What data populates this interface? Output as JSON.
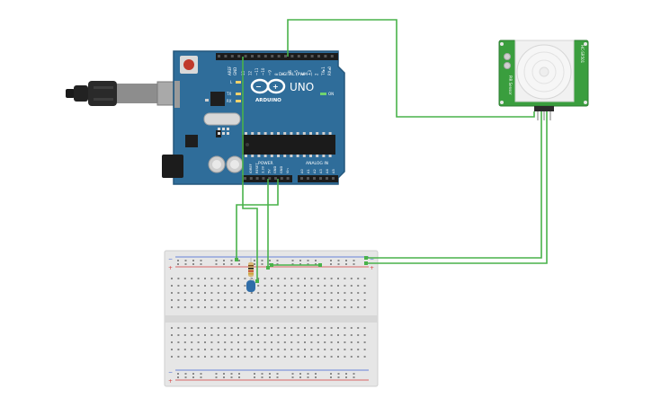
{
  "arduino": {
    "brand": "ARDUINO",
    "model": "UNO",
    "digital_header": "DIGITAL (PWM~)",
    "power_header": "POWER",
    "analog_header": "ANALOG IN",
    "aref": "AREF",
    "gnd": "GND",
    "led_l": "L",
    "tx": "TX",
    "rx": "RX",
    "on": "ON",
    "digital_pins": [
      "13",
      "12",
      "~11",
      "~10",
      "~9",
      "8",
      "7",
      "~6",
      "~5",
      "4",
      "~3",
      "2",
      "TX▸1",
      "RX◂0"
    ],
    "power_pins": [
      "IOREF",
      "RESET",
      "3.3V",
      "5V",
      "GND",
      "GND",
      "Vin"
    ],
    "analog_pins": [
      "A0",
      "A1",
      "A2",
      "A3",
      "A4",
      "A5"
    ]
  },
  "sensor": {
    "side_left": "PIR Sensor",
    "side_right": "HC-SR501"
  },
  "colors": {
    "board": "#2f6d9a",
    "board_edge": "#24577c",
    "wire": "#49b24a",
    "breadboard": "#e8e8e8",
    "rail_red": "#d33b3b",
    "rail_blue": "#3b5fd3"
  }
}
